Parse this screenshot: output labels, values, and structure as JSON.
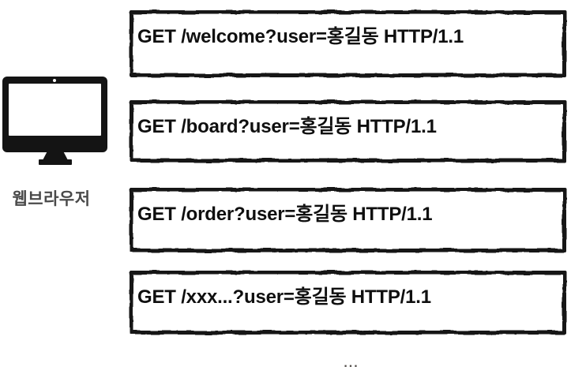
{
  "browser": {
    "label": "웹브라우저"
  },
  "requests": [
    {
      "text": "GET /welcome?user=홍길동 HTTP/1.1"
    },
    {
      "text": "GET /board?user=홍길동 HTTP/1.1"
    },
    {
      "text": "GET /order?user=홍길동 HTTP/1.1"
    },
    {
      "text": "GET /xxx...?user=홍길동 HTTP/1.1"
    }
  ],
  "ellipsis": "...",
  "colors": {
    "ink": "#131313",
    "icon": "#141414",
    "label_text": "#4a4a4a",
    "ellipsis_text": "#55504c",
    "background": "#ffffff"
  }
}
